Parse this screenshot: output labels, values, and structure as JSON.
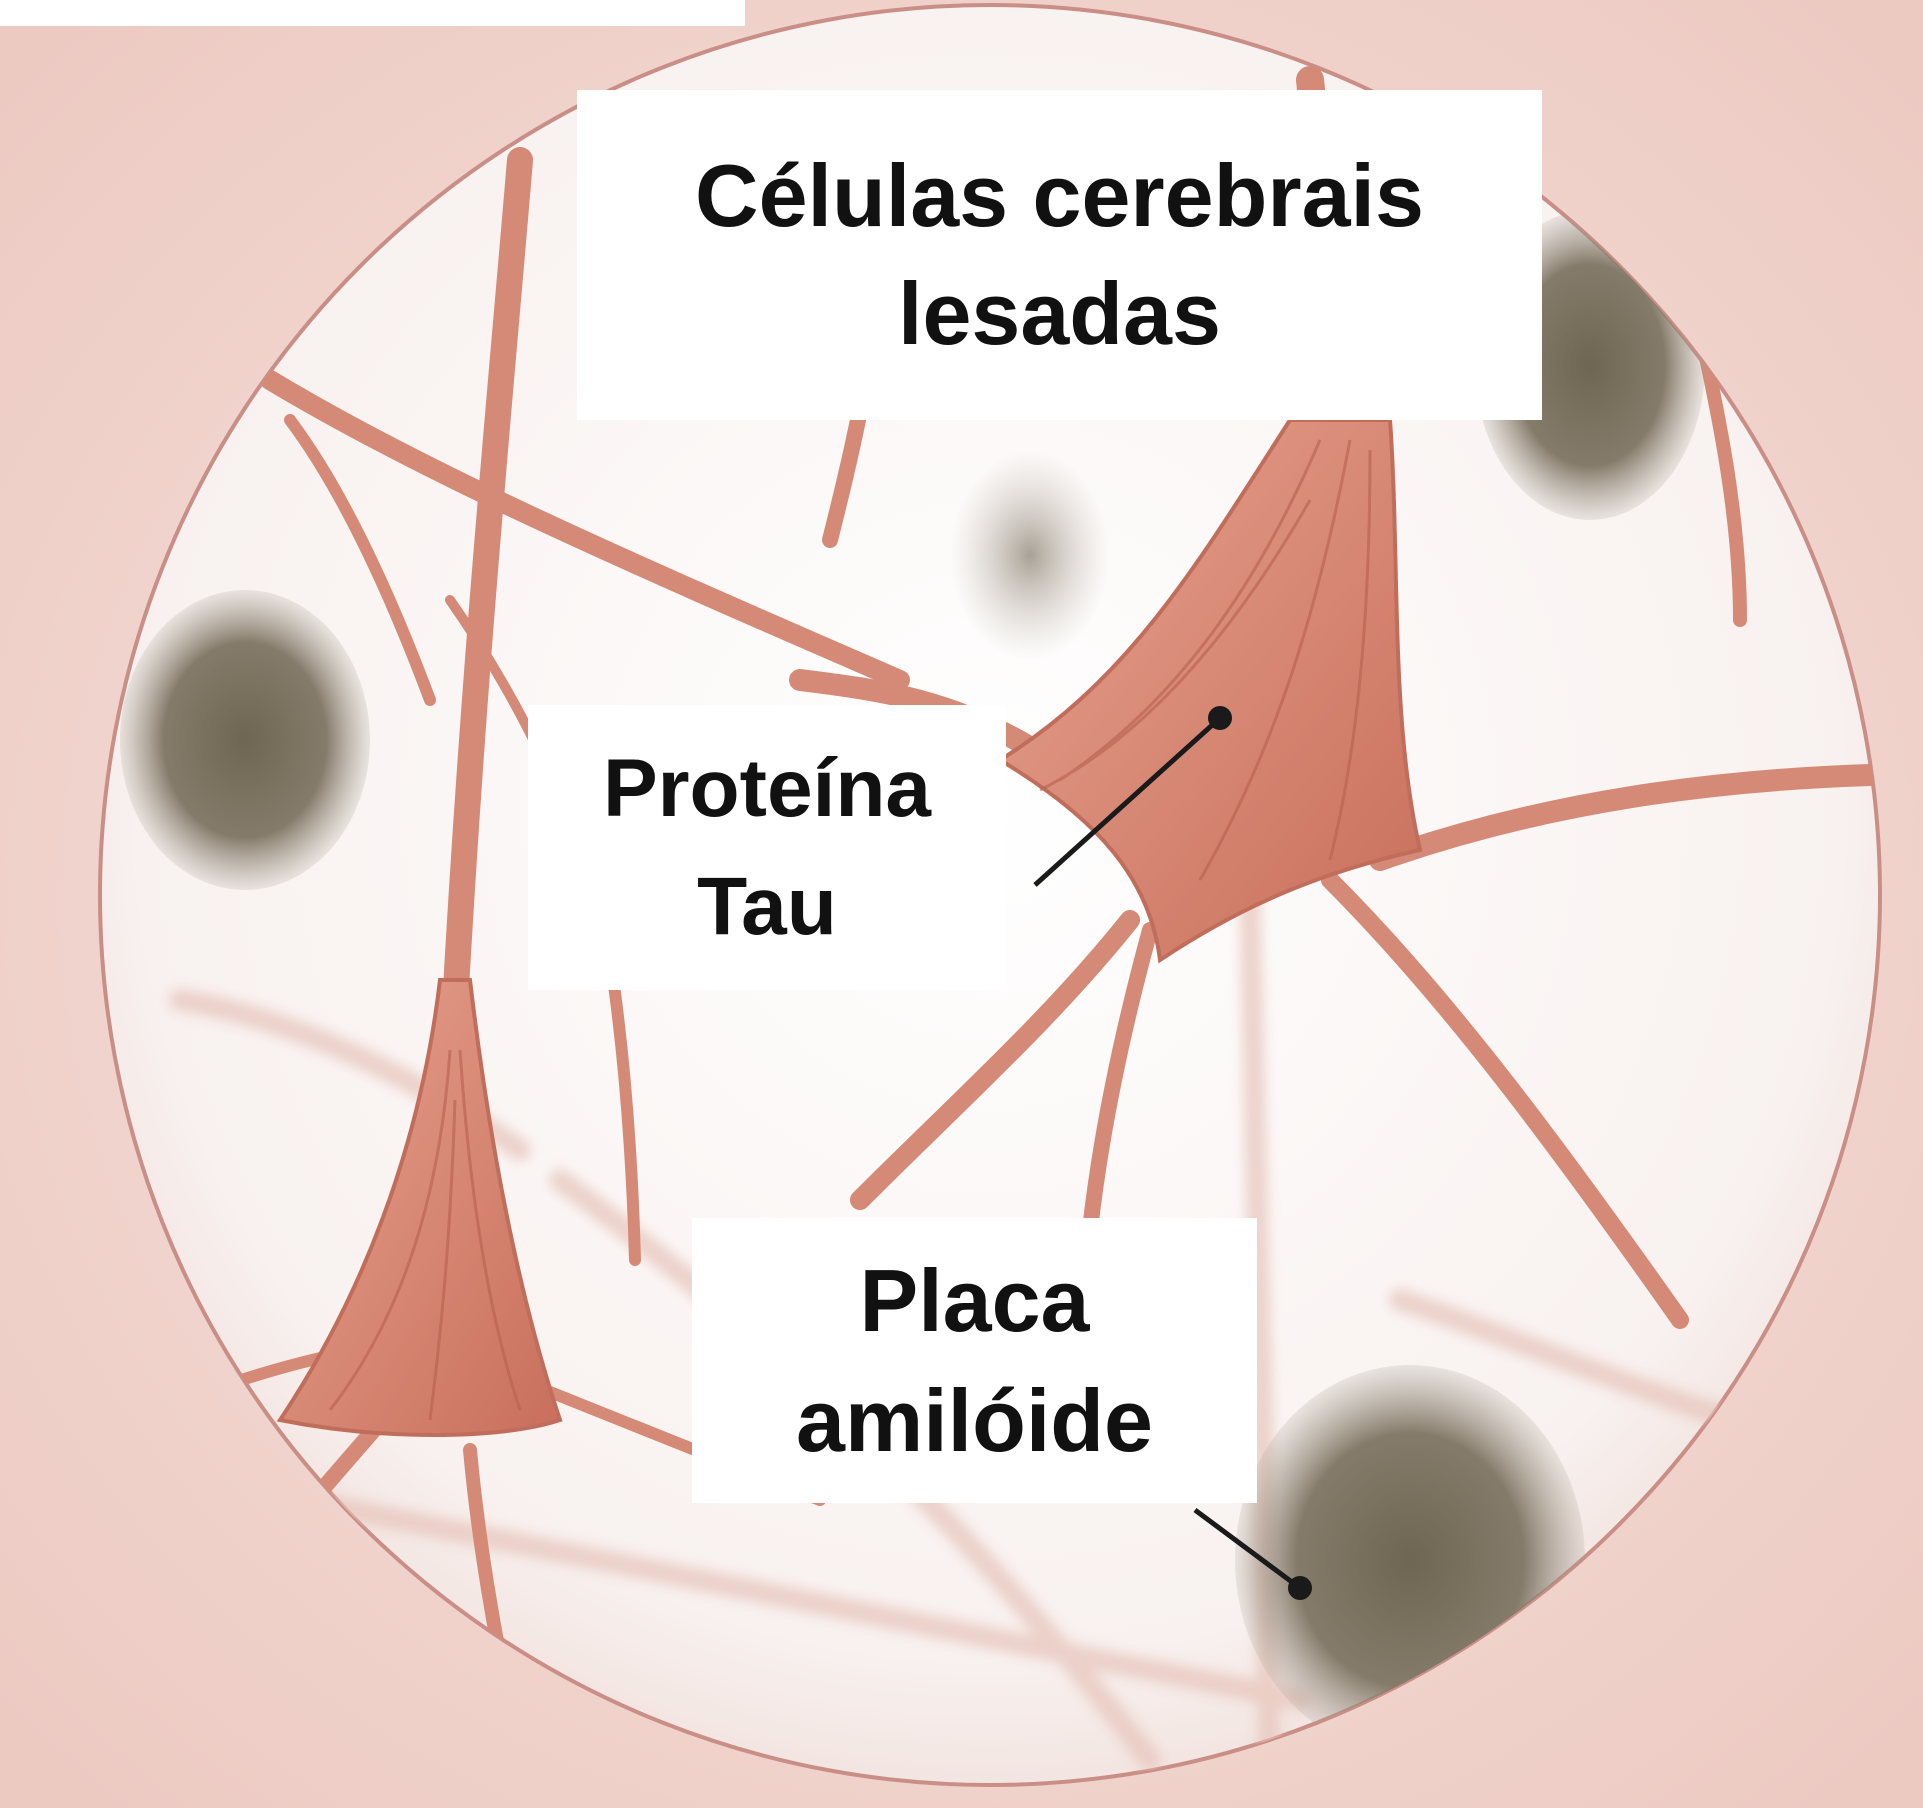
{
  "labels": {
    "damaged_cells": {
      "line1": "Células cerebrais",
      "line2": "lesadas"
    },
    "tau_protein": {
      "line1": "Proteína",
      "line2": "Tau"
    },
    "amyloid_plaque": {
      "line1": "Placa",
      "line2": "amilóide"
    }
  },
  "colors": {
    "background": "#f3dcd6",
    "circle_fill": "#fbf6f4",
    "circle_border": "#c98e86",
    "neuron_body": "#d98a76",
    "neuron_stroke": "#c97a66",
    "plaque": "#7d7464",
    "label_bg": "#ffffff",
    "label_text": "#111111",
    "pointer_line": "#1a1a1a"
  }
}
